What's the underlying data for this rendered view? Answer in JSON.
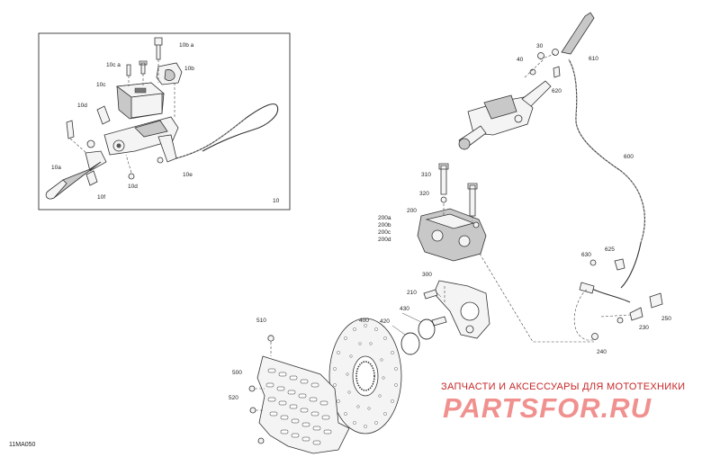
{
  "diagram_code": "11MA050",
  "inset": {
    "number": "10",
    "labels": [
      "10a",
      "10b",
      "10b a",
      "10c",
      "10c a",
      "10d",
      "10e",
      "10f"
    ]
  },
  "callouts": {
    "c10a": "10a",
    "c10b": "10b",
    "c10ba": "10b a",
    "c10c": "10c",
    "c10ca": "10c a",
    "c10d": "10d",
    "c10e": "10e",
    "c10f": "10f",
    "c10g": "10d",
    "c30": "30",
    "c40": "40",
    "c610": "610",
    "c620": "620",
    "c600": "600",
    "c310": "310",
    "c320": "320",
    "c200": "200",
    "c200a": "200a",
    "c200b": "200b",
    "c200c": "200c",
    "c200d": "200d",
    "c300": "300",
    "c210": "210",
    "c420": "420",
    "c430": "430",
    "c400": "400",
    "c510": "510",
    "c500": "500",
    "c520": "520",
    "c630": "630",
    "c625": "625",
    "c230": "230",
    "c250": "250",
    "c240": "240"
  },
  "watermark": {
    "subtitle": "ЗАПЧАСТИ И АКСЕССУАРЫ ДЛЯ МОТОТЕХНИКИ",
    "logo": "PARTSFOR.RU"
  },
  "colors": {
    "line": "#333333",
    "watermark": "#e53935"
  }
}
